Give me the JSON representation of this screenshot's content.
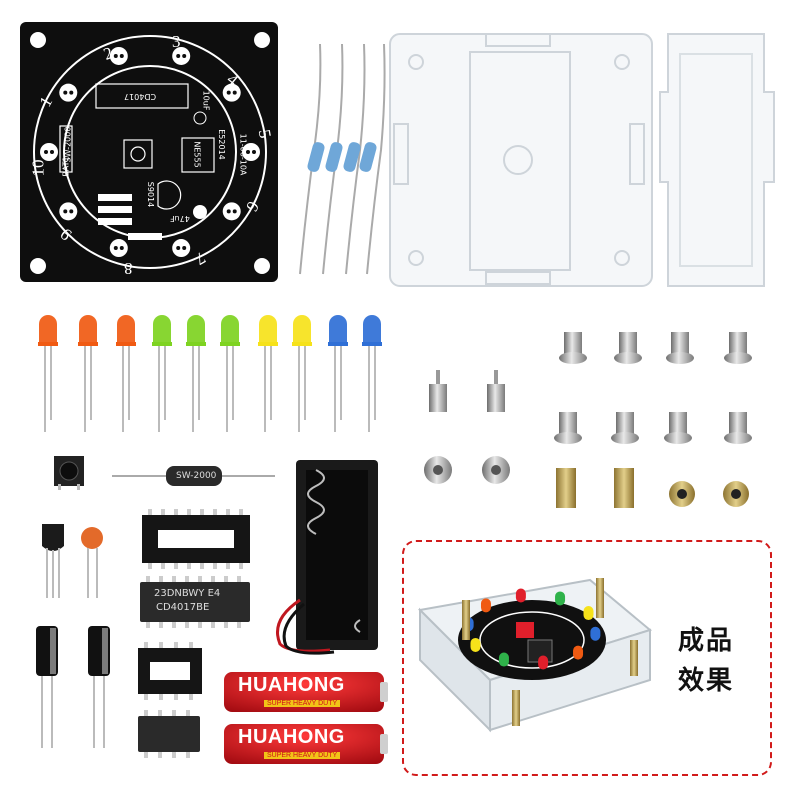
{
  "pcb": {
    "numbers": [
      "1",
      "2",
      "3",
      "4",
      "5",
      "6",
      "7",
      "8",
      "9",
      "10"
    ],
    "ic_main": "CD4017",
    "ic_timer": "NE555",
    "part_code": "E52014",
    "bat_label": "BAT1",
    "switch_label": "SW-2000",
    "cap_label": "10uF",
    "cap_label2": "47uF",
    "transistor_label": "S9014",
    "date_code": "11-06-10A"
  },
  "components": {
    "switch_marking": "SW-2000",
    "ic_chip_line1": "23DNBWY E4",
    "ic_chip_line2": "CD4017BE",
    "battery_brand": "HUAHONG",
    "battery_tagline": "SUPER HEAVY DUTY"
  },
  "led_colors": [
    "#f05a12",
    "#f05a12",
    "#f05a12",
    "#7ed321",
    "#7ed321",
    "#7ed321",
    "#f6e21a",
    "#f6e21a",
    "#2f6fd6",
    "#2f6fd6"
  ],
  "colors": {
    "highlight_border": "#d11a1a",
    "pcb_black": "#0e0e0e",
    "battery_red": "#d8141c"
  },
  "final_product": {
    "label_line1": "成品",
    "label_line2": "效果"
  }
}
